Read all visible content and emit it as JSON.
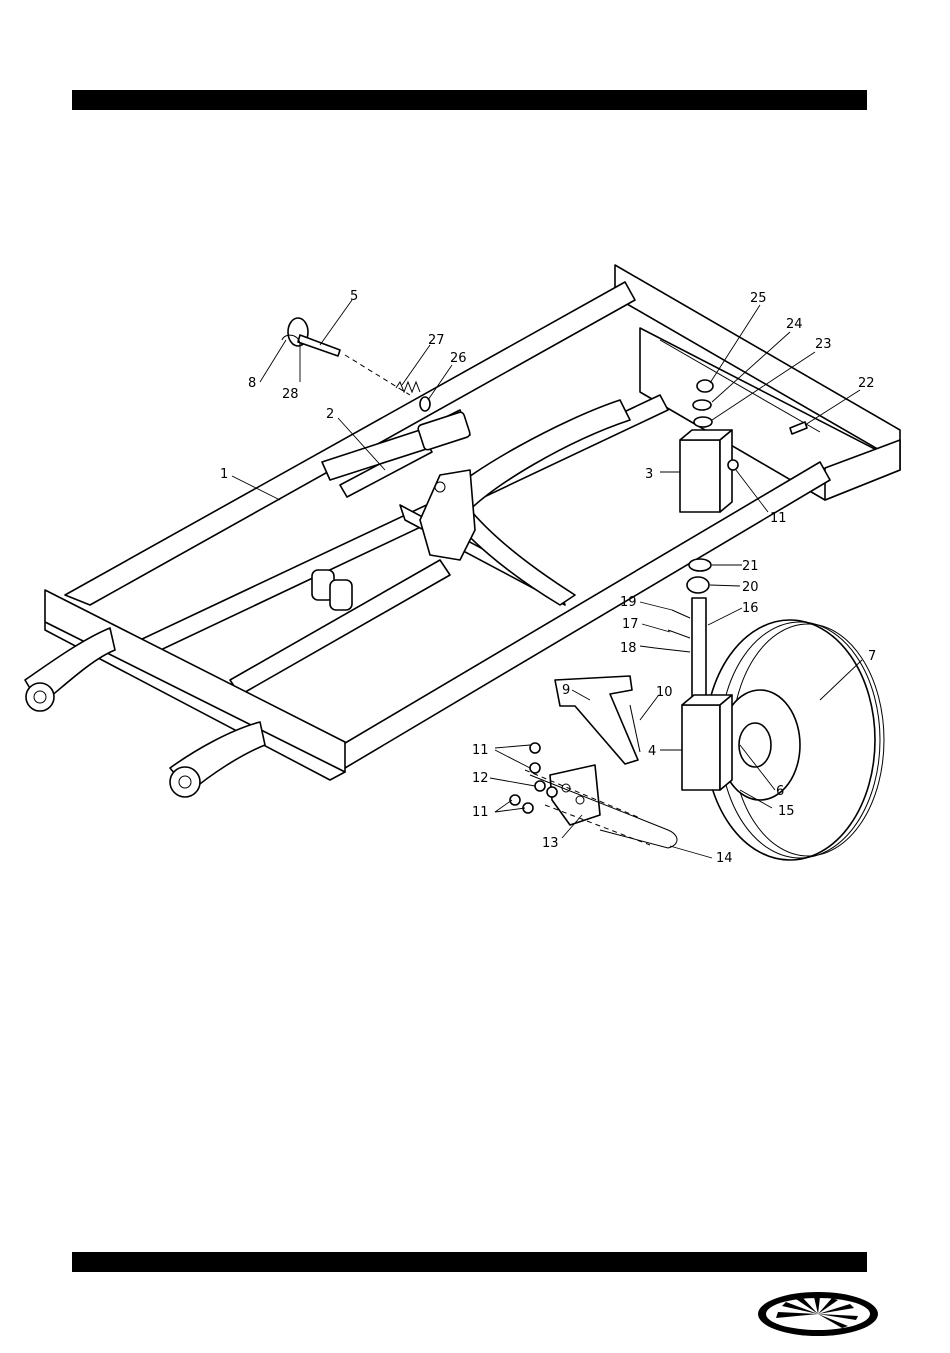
{
  "callouts": [
    {
      "id": "1",
      "label": "1"
    },
    {
      "id": "2",
      "label": "2"
    },
    {
      "id": "3",
      "label": "3"
    },
    {
      "id": "4",
      "label": "4"
    },
    {
      "id": "5",
      "label": "5"
    },
    {
      "id": "6",
      "label": "6"
    },
    {
      "id": "7",
      "label": "7"
    },
    {
      "id": "8",
      "label": "8"
    },
    {
      "id": "9",
      "label": "9"
    },
    {
      "id": "10",
      "label": "10"
    },
    {
      "id": "11a",
      "label": "11"
    },
    {
      "id": "11b",
      "label": "11"
    },
    {
      "id": "11c",
      "label": "11"
    },
    {
      "id": "12",
      "label": "12"
    },
    {
      "id": "13",
      "label": "13"
    },
    {
      "id": "14",
      "label": "14"
    },
    {
      "id": "15",
      "label": "15"
    },
    {
      "id": "16",
      "label": "16"
    },
    {
      "id": "17",
      "label": "17"
    },
    {
      "id": "18",
      "label": "18"
    },
    {
      "id": "19",
      "label": "19"
    },
    {
      "id": "20",
      "label": "20"
    },
    {
      "id": "21",
      "label": "21"
    },
    {
      "id": "22",
      "label": "22"
    },
    {
      "id": "23",
      "label": "23"
    },
    {
      "id": "24",
      "label": "24"
    },
    {
      "id": "25",
      "label": "25"
    },
    {
      "id": "26",
      "label": "26"
    },
    {
      "id": "27",
      "label": "27"
    },
    {
      "id": "28",
      "label": "28"
    }
  ],
  "icons": {
    "logo": "brand-logo-icon"
  }
}
